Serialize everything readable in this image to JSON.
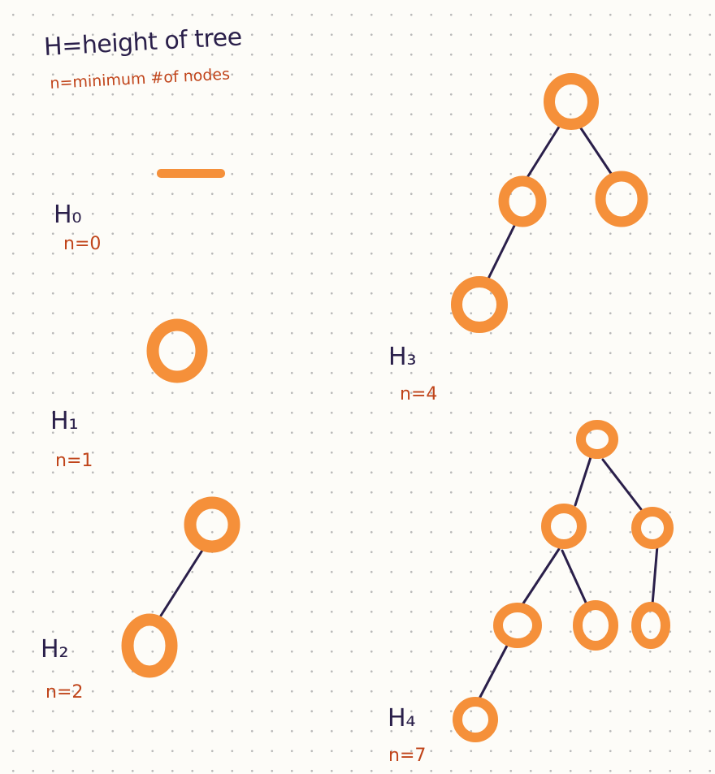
{
  "legend": {
    "height_def": "H=height of tree",
    "nodes_def": "n=minimum #of nodes"
  },
  "colors": {
    "node_fill": "#f5903a",
    "node_outline": "#e06f1a",
    "edge": "#2a1f4a",
    "label_dark": "#2a1f4a",
    "label_orange": "#c0441a"
  },
  "trees": [
    {
      "height": "H0",
      "h_label": "H₀",
      "n_label": "n=0",
      "nodes": 0,
      "note": "empty tree drawn as dash"
    },
    {
      "height": "H1",
      "h_label": "H₁",
      "n_label": "n=1",
      "nodes": 1
    },
    {
      "height": "H2",
      "h_label": "H₂",
      "n_label": "n=2",
      "nodes": 2
    },
    {
      "height": "H3",
      "h_label": "H₃",
      "n_label": "n=4",
      "nodes": 4
    },
    {
      "height": "H4",
      "h_label": "H₄",
      "n_label": "n=7",
      "nodes": 7
    }
  ]
}
